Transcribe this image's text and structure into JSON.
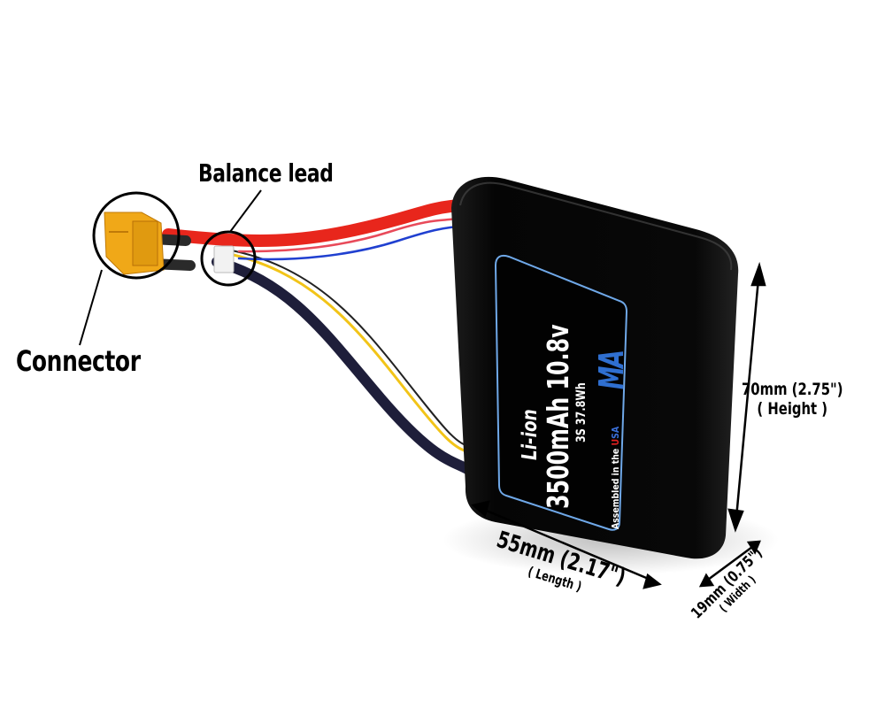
{
  "callouts": {
    "balance_lead": "Balance lead",
    "connector": "Connector"
  },
  "battery": {
    "chemistry": "Li-ion",
    "capacity_voltage": "3500mAh 10.8v",
    "cells_energy": "3S 37.8Wh",
    "assembled_prefix": "Assembled in the ",
    "assembled_u": "U",
    "assembled_sa": "SA",
    "logo_text": "MA",
    "colors": {
      "body": "#0a0a0a",
      "label_border": "#6fa8e8",
      "logo": "#2f6fd0",
      "connector": "#f0a818"
    }
  },
  "dimensions": {
    "height": {
      "value": "70mm (2.75\")",
      "label": "( Height )"
    },
    "length": {
      "value": "55mm (2.17\")",
      "label": "( Length )"
    },
    "width": {
      "value": "19mm (0.75\")",
      "label": "( Width )"
    }
  },
  "wires": {
    "colors": [
      "#e8261c",
      "#e84a5a",
      "#2040d0",
      "#f2c418",
      "#1e1e3a",
      "#ffffff"
    ]
  }
}
